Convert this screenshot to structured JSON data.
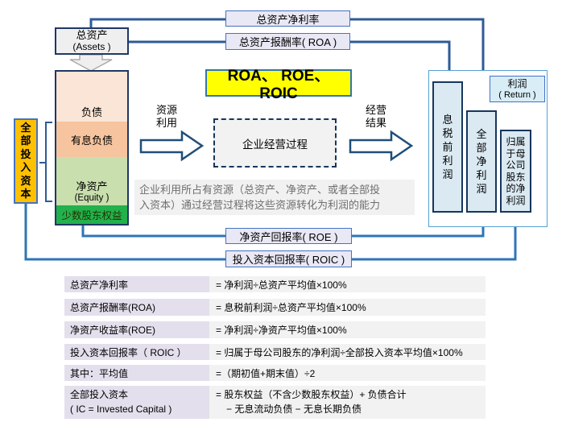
{
  "top_labels": {
    "net_profit_rate": "总资产净利率",
    "roa": "总资产报酬率( ROA )"
  },
  "assets_box": {
    "line1": "总资产",
    "line2": "(Assets )"
  },
  "stacked_bar": {
    "liabilities": "负债",
    "interest_liabilities": "有息负债",
    "equity_line1": "净资产",
    "equity_line2": "(Equity )",
    "minority": "少数股东权益"
  },
  "invested_capital_label": "全部投入资本",
  "banner": "ROA、 ROE、 ROIC",
  "process": {
    "left_arrow_label": "资源\n利用",
    "box_label": "企业经营过程",
    "right_arrow_label": "经营\n结果"
  },
  "description": "企业利用所占有资源（总资产、净资产、或者全部投\n入资本）通过经营过程将这些资源转化为利润的能力",
  "profit_panel": {
    "title_line1": "利润",
    "title_line2": "( Return )",
    "bars": [
      "息税前利润",
      "全部净利润",
      "归属于母公司股东的净利润"
    ]
  },
  "bottom_labels": {
    "roe": "净资产回报率( ROE )",
    "roic": "投入资本回报率( ROIC )"
  },
  "table": {
    "rows": [
      {
        "label": "总资产净利率",
        "value": "= 净利润÷总资产平均值×100%"
      },
      {
        "label": "总资产报酬率(ROA)",
        "value": "= 息税前利润÷总资产平均值×100%"
      },
      {
        "label": "净资产收益率(ROE)",
        "value": "= 净利润÷净资产平均值×100%"
      },
      {
        "label": "投入资本回报率（ ROIC ）",
        "value": "= 归属于母公司股东的净利润÷全部投入资本平均值×100%"
      },
      {
        "label": "其中：平均值",
        "value": "=（期初值+期末值）÷2"
      },
      {
        "label": "全部投入资本",
        "label2": "( IC = Invested Capital )",
        "value": "=  股东权益（不含少数股东权益）+ 负债合计",
        "value2": "− 无息流动负债  −  无息长期负债"
      }
    ]
  },
  "colors": {
    "connector_blue": "#2E5B97",
    "label_border": "#4472C4",
    "label_fill": "#E9E8F5",
    "dark_navy": "#1F3864",
    "banner_yellow": "#FFFF00",
    "invested_capital_yellow": "#FFC000",
    "liabilities_fill": "#FBE5D6",
    "interest_liabilities_fill": "#F6C49E",
    "equity_fill": "#C9DFAE",
    "minority_fill": "#22B14C",
    "profit_bar_fill": "#DAE9F2",
    "table_label_bg": "#E4DFEC",
    "table_value_bg": "#F2F2F2"
  }
}
